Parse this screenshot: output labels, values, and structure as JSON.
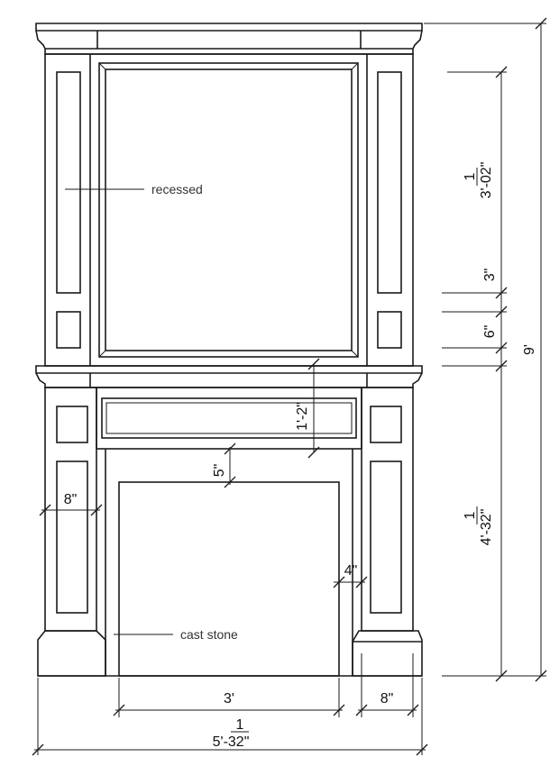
{
  "labels": {
    "recessed": "recessed",
    "cast_stone": "cast stone"
  },
  "dimensions": {
    "upper_panel_height_fraction": "1",
    "upper_panel_height": "3'-02\"",
    "panel_gap": "3\"",
    "small_panel": "6\"",
    "overall_height": "9'",
    "lower_height_fraction": "1",
    "lower_height": "4'-32\"",
    "frieze_height": "1'-2\"",
    "opening_top_offset": "5\"",
    "pilaster_width": "8\"",
    "opening_side_offset": "4\"",
    "opening_width": "3'",
    "base_width": "8\"",
    "overall_width_fraction": "1",
    "overall_width": "5'-32\""
  }
}
